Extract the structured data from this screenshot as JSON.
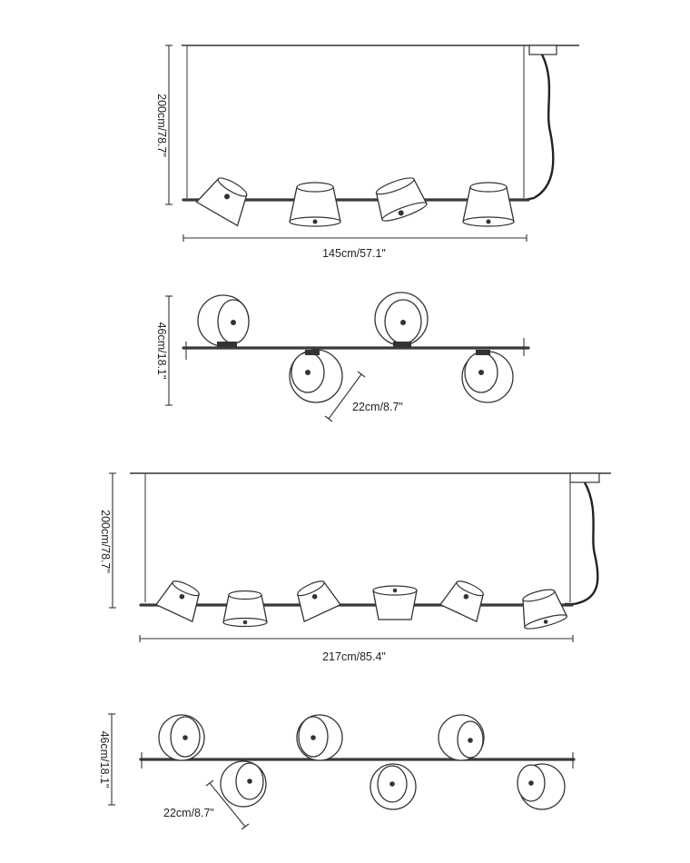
{
  "diagrams": [
    {
      "id": "front-4",
      "height_label": "200cm/78.7\"",
      "width_label": "145cm/57.1\""
    },
    {
      "id": "top-4",
      "height_label": "46cm/18.1\"",
      "diameter_label": "22cm/8.7\""
    },
    {
      "id": "front-6",
      "height_label": "200cm/78.7\"",
      "width_label": "217cm/85.4\""
    },
    {
      "id": "top-6",
      "height_label": "46cm/18.1\"",
      "diameter_label": "22cm/8.7\""
    }
  ]
}
